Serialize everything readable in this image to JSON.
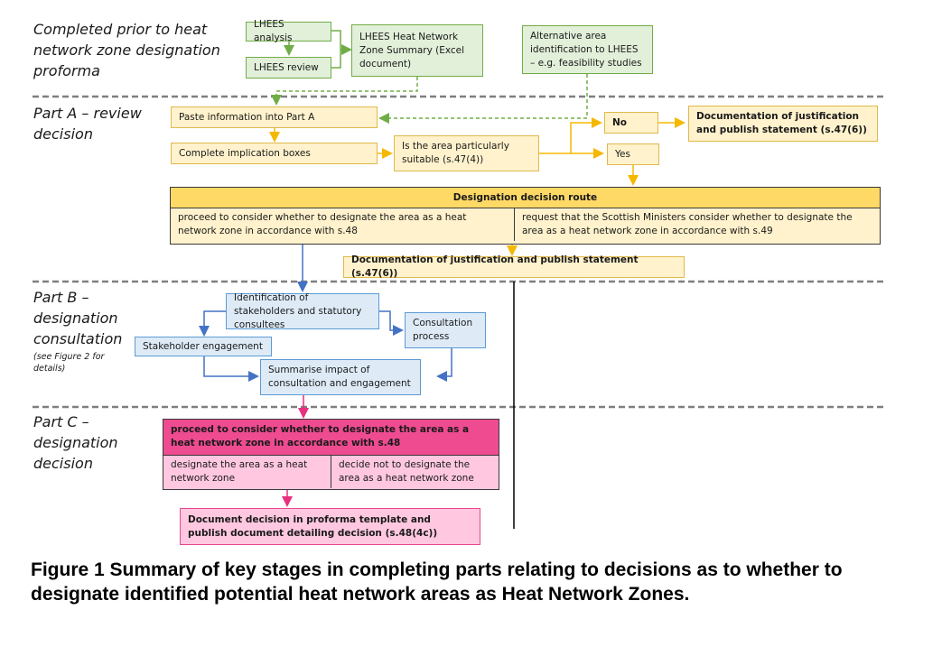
{
  "stages": {
    "prior": "Completed prior to heat network zone designation proforma",
    "part_a": "Part A – review decision",
    "part_b": "Part B – designation consultation",
    "part_b_note": "(see Figure 2 for details)",
    "part_c": "Part C – designation decision"
  },
  "prior_boxes": {
    "lhees_analysis": "LHEES analysis",
    "lhees_review": "LHEES review",
    "lhees_summary": "LHEES Heat Network Zone Summary (Excel document)",
    "alternative": "Alternative area identification to LHEES – e.g. feasibility studies"
  },
  "part_a": {
    "paste": "Paste information into Part A",
    "complete": "Complete implication boxes",
    "question": "Is the area particularly suitable (s.47(4))",
    "no": "No",
    "yes": "Yes",
    "no_outcome": "Documentation of justification and publish statement (s.47(6))",
    "route": {
      "header": "Designation decision route",
      "left": "proceed to consider whether to designate the area as a heat network zone in accordance with s.48",
      "right": "request that the Scottish Ministers consider whether to designate the area as a heat network zone in accordance with s.49"
    },
    "route_outcome": "Documentation of justification and publish statement (s.47(6))"
  },
  "part_b": {
    "identification": "Identification of stakeholders and statutory consultees",
    "stakeholder": "Stakeholder engagement",
    "consultation": "Consultation process",
    "summarise": "Summarise impact of consultation and engagement"
  },
  "part_c": {
    "header": "proceed to consider whether to designate the area as a heat network zone in accordance with s.48",
    "left": "designate the area as a heat network zone",
    "right": "decide not to designate the area as a heat network zone",
    "document": "Document decision in proforma template and publish document detailing decision (s.48(4c))"
  },
  "caption": "Figure 1 Summary of key stages in completing parts relating to decisions as to whether to designate identified potential heat network areas as Heat Network Zones.",
  "colors": {
    "green": "#70ad47",
    "amber": "#f5b800",
    "blue": "#4472c4",
    "pink": "#e8307f",
    "divider": "#7f7f7f"
  }
}
